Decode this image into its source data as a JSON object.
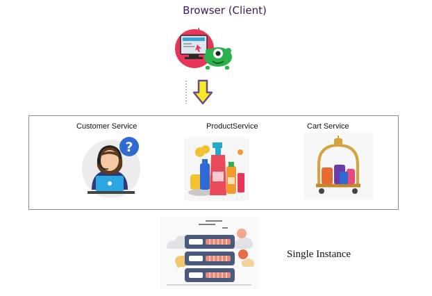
{
  "browser": {
    "title": "Browser (Client)",
    "icon": "browser-monster-icon"
  },
  "arrow": {
    "icon": "down-arrow-icon",
    "color": "#f6ea20"
  },
  "services": {
    "items": [
      {
        "label": "Customer Service",
        "icon": "customer-support-agent-icon"
      },
      {
        "label": "ProductService",
        "icon": "cleaning-products-icon"
      },
      {
        "label": "Cart Service",
        "icon": "luggage-cart-icon"
      }
    ]
  },
  "server": {
    "label": "Single Instance",
    "icon": "server-stack-icon"
  }
}
